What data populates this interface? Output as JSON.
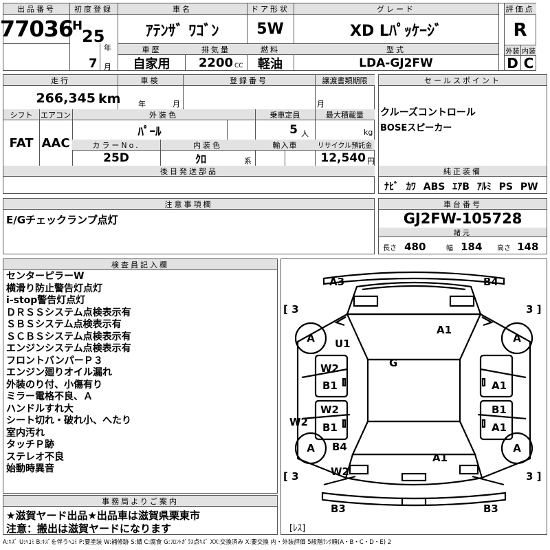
{
  "labels": {
    "lot_no": "出品番号",
    "first_reg": "初度登録",
    "car_name": "車名",
    "door": "ドア形状",
    "grade": "グレード",
    "score": "評価点",
    "history": "車歴",
    "displacement": "排気量",
    "fuel": "燃料",
    "model_code": "型式",
    "exterior": "外装",
    "interior": "内装",
    "mileage": "走行",
    "inspection": "車検",
    "registration": "登録番号",
    "transfer_doc": "譲渡書類期限",
    "sales_point": "セールスポイント",
    "shift": "シフト",
    "aircon": "エアコン",
    "ext_color": "外装色",
    "capacity": "乗車定員",
    "max_load": "最大積載量",
    "color_no": "カラーNo.",
    "int_color": "内装色",
    "import": "輸入車",
    "recycle": "リサイクル預託金",
    "later_parts": "後日発送部品",
    "genuine_equip": "純正装備",
    "caution": "注意事項欄",
    "chassis_no": "車台番号",
    "specs": "諸元",
    "inspector_notes": "検査員記入欄",
    "office_notice": "事務局よりご案内"
  },
  "units": {
    "month": "月",
    "year": "年",
    "cc": "CC",
    "km": "km",
    "person": "人",
    "kg": "kg",
    "kei": "系",
    "yen": "円",
    "h": "H"
  },
  "vehicle": {
    "lot_no": "77036",
    "first_reg_era": "H",
    "first_reg_year": "25",
    "first_reg_month": "7",
    "name": "ｱﾃﾝｻﾞ ﾜｺﾞﾝ",
    "door": "5W",
    "grade": "XD Lﾊﾟｯｹｰｼﾞ",
    "score": "R",
    "history": "自家用",
    "displacement": "2200",
    "fuel": "軽油",
    "model_code": "LDA-GJ2FW",
    "ext_score": "D",
    "int_score": "C",
    "mileage": "266,345",
    "shift": "FAT",
    "aircon": "AAC",
    "ext_color": "ﾊﾟｰﾙ",
    "capacity": "5",
    "color_no": "25D",
    "int_color": "ｸﾛ",
    "recycle": "12,540",
    "chassis_no": "GJ2FW-105728"
  },
  "specs": {
    "length_label": "長さ",
    "length": "480",
    "width_label": "幅",
    "width": "184",
    "height_label": "高さ",
    "height": "148"
  },
  "sales_points": [
    "クルーズコントロール",
    "BOSEスピーカー"
  ],
  "genuine_equipment": [
    "ﾅﾋﾞ",
    "ｶﾜ",
    "ABS",
    "ｴｱB",
    "ｱﾙﾐ",
    "PS",
    "PW"
  ],
  "caution_text": "E/Gチェックランプ点灯",
  "inspector_notes": [
    "センターピラーW",
    "横滑り防止警告灯点灯",
    "i-stop警告灯点灯",
    "ＤＲＳＳシステム点検表示有",
    "ＳＢＳシステム点検表示有",
    "ＳＣＢＳシステム点検表示有",
    "エンジンシステム点検表示有",
    "フロントバンパーＰ３",
    "エンジン廻りオイル漏れ",
    "外装のり付、小傷有り",
    "ミラー電格不良、Ａ",
    "ハンドルすれ大",
    "シート切れ・破れ小、へたり",
    "室内汚れ",
    "タッチＰ跡",
    "ステレオ不良",
    "始動時異音"
  ],
  "office_notice": [
    "★滋賀ヤード出品★出品車は滋賀県栗東市",
    "注意：搬出は滋賀ヤードになります"
  ],
  "diagram": {
    "marks": {
      "a3_top_left": "A3",
      "b4_top_right": "B4",
      "glass_left_top": "[ 3",
      "glass_right_top": "3 ]",
      "tire_fl": "A",
      "tire_fr": "A",
      "tire_rl": "A",
      "tire_rr": "A",
      "u1": "U1",
      "a1_hood": "A1",
      "g_roof": "G",
      "w2_left_door1": "W2",
      "b1_left_door1": "B1",
      "w2_left_door2": "W2",
      "b1_left_door2": "B1",
      "a1_right_door1": "A1",
      "b1_right_door2": "B1",
      "a1_right_door2": "A1",
      "w2_left_pillar": "W2",
      "b4_left_rear": "B4",
      "w2_left_rear": "W2",
      "a1_trunk": "A1",
      "glass_left_bottom": "[ 3",
      "glass_right_bottom": "3 ]",
      "b3_rear_left": "B3",
      "b3_rear_right": "B3",
      "less": "[ﾚｽ]"
    }
  },
  "legend": "A:ｷｽﾞ U:ﾍｺﾐ B:ｷｽﾞを伴うﾍｺﾐ P:要塗装 W:補修跡 S:錆 C:腐食 G:ﾌﾛﾝﾄｶﾞﾗｽ点ｷｽﾞ XX:交換済み X:要交換 内・外装評価 5段階ﾗﾝｸ順(A・B・C・D・E) 2"
}
